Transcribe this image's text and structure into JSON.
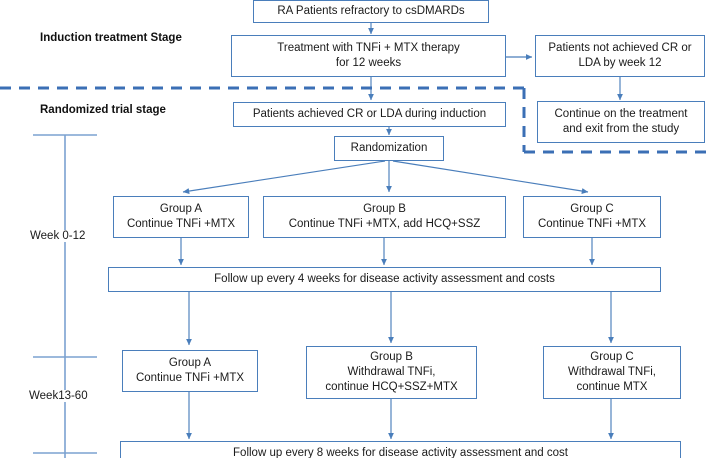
{
  "diagram": {
    "title": "RA TNFi tapering randomized trial flow diagram",
    "accent_color": "#4a7ebb",
    "text_color": "#1a1a1a",
    "background": "#ffffff"
  },
  "stage_labels": [
    {
      "id": "induction",
      "text": "Induction treatment Stage"
    },
    {
      "id": "randomized",
      "text": "Randomized trial stage"
    }
  ],
  "timeline": {
    "labels": [
      {
        "id": "week-0-12",
        "text": "Week 0-12"
      },
      {
        "id": "week-13-60",
        "text": "Week13-60"
      }
    ]
  },
  "nodes": {
    "source": "RA Patients refractory to csDMARDs",
    "induction_treatment": "Treatment with  TNFi + MTX therapy\nfor 12 weeks",
    "not_achieved": "Patients not achieved CR or\nLDA by week 12",
    "exit_study": "Continue on the treatment\nand exit from the study",
    "achieved": "Patients achieved CR or LDA during induction",
    "randomization": "Randomization",
    "group_a_top": "Group A\nContinue TNFi +MTX",
    "group_b_top": "Group B\nContinue TNFi +MTX, add HCQ+SSZ",
    "group_c_top": "Group C\nContinue TNFi +MTX",
    "followup_4w": "Follow up every 4 weeks for disease activity assessment and costs",
    "group_a_bottom": "Group A\nContinue TNFi +MTX",
    "group_b_bottom": "Group B\nWithdrawal TNFi,\ncontinue HCQ+SSZ+MTX",
    "group_c_bottom": "Group C\nWithdrawal TNFi,\ncontinue MTX",
    "followup_8w": "Follow up every 8 weeks for disease activity assessment and cost"
  }
}
